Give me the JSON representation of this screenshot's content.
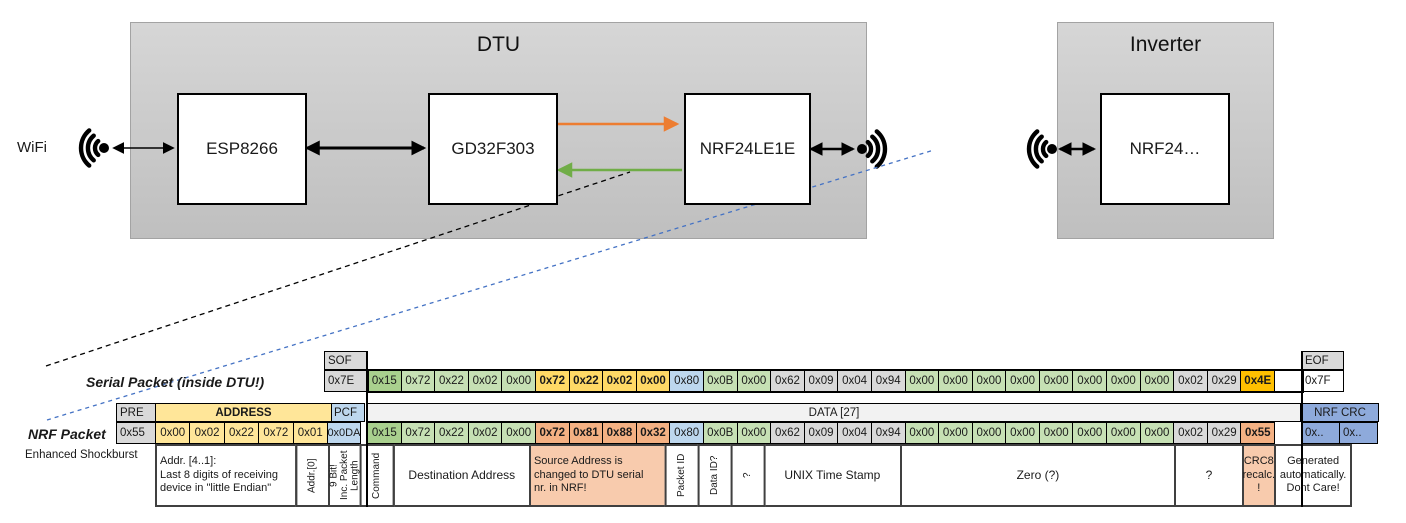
{
  "diagram": {
    "wifi_label": "WiFi",
    "dtu": {
      "title": "DTU",
      "components": [
        "ESP8266",
        "GD32F303",
        "NRF24LE1E"
      ]
    },
    "inverter": {
      "title": "Inverter",
      "components": [
        "NRF24…"
      ]
    }
  },
  "colors": {
    "uart_tx_arrow": "#ED7D31",
    "uart_rx_arrow": "#70AD47",
    "radio_link_dashed": "#4472C4",
    "serial_link_dashed": "#000000"
  },
  "serial_packet": {
    "label": "Serial Packet (inside DTU!)",
    "sof_header": "SOF",
    "sof_value": "0x7E",
    "eof_header": "EOF",
    "eof_value": "0x7F",
    "bytes": [
      {
        "v": "0x15",
        "c": "gd"
      },
      {
        "v": "0x72",
        "c": "gl"
      },
      {
        "v": "0x22",
        "c": "gl"
      },
      {
        "v": "0x02",
        "c": "gl"
      },
      {
        "v": "0x00",
        "c": "gl"
      },
      {
        "v": "0x72",
        "c": "yb"
      },
      {
        "v": "0x22",
        "c": "yb"
      },
      {
        "v": "0x02",
        "c": "yb"
      },
      {
        "v": "0x00",
        "c": "yb"
      },
      {
        "v": "0x80",
        "c": "bl"
      },
      {
        "v": "0x0B",
        "c": "gl"
      },
      {
        "v": "0x00",
        "c": "gl"
      },
      {
        "v": "0x62",
        "c": "gy"
      },
      {
        "v": "0x09",
        "c": "gy"
      },
      {
        "v": "0x04",
        "c": "gy"
      },
      {
        "v": "0x94",
        "c": "gy"
      },
      {
        "v": "0x00",
        "c": "gl"
      },
      {
        "v": "0x00",
        "c": "gl"
      },
      {
        "v": "0x00",
        "c": "gl"
      },
      {
        "v": "0x00",
        "c": "gl"
      },
      {
        "v": "0x00",
        "c": "gl"
      },
      {
        "v": "0x00",
        "c": "gl"
      },
      {
        "v": "0x00",
        "c": "gl"
      },
      {
        "v": "0x00",
        "c": "gl"
      },
      {
        "v": "0x02",
        "c": "gy"
      },
      {
        "v": "0x29",
        "c": "gy"
      },
      {
        "v": "0x4E",
        "c": "go"
      }
    ]
  },
  "nrf_packet": {
    "label": "NRF Packet",
    "sublabel": "Enhanced Shockburst",
    "pre_header": "PRE",
    "pre_value": "0x55",
    "address_header": "ADDRESS",
    "address_values": [
      "0x00",
      "0x02",
      "0x22",
      "0x72",
      "0x01"
    ],
    "pcf_header": "PCF",
    "pcf_value": "0x0DA",
    "data_header": "DATA [27]",
    "crc_header": "NRF CRC",
    "crc_values": [
      "0x..",
      "0x.."
    ],
    "bytes": [
      {
        "v": "0x15",
        "c": "gd"
      },
      {
        "v": "0x72",
        "c": "gl"
      },
      {
        "v": "0x22",
        "c": "gl"
      },
      {
        "v": "0x02",
        "c": "gl"
      },
      {
        "v": "0x00",
        "c": "gl"
      },
      {
        "v": "0x72",
        "c": "or"
      },
      {
        "v": "0x81",
        "c": "or"
      },
      {
        "v": "0x88",
        "c": "or"
      },
      {
        "v": "0x32",
        "c": "or"
      },
      {
        "v": "0x80",
        "c": "bl"
      },
      {
        "v": "0x0B",
        "c": "gl"
      },
      {
        "v": "0x00",
        "c": "gl"
      },
      {
        "v": "0x62",
        "c": "gy"
      },
      {
        "v": "0x09",
        "c": "gy"
      },
      {
        "v": "0x04",
        "c": "gy"
      },
      {
        "v": "0x94",
        "c": "gy"
      },
      {
        "v": "0x00",
        "c": "gl"
      },
      {
        "v": "0x00",
        "c": "gl"
      },
      {
        "v": "0x00",
        "c": "gl"
      },
      {
        "v": "0x00",
        "c": "gl"
      },
      {
        "v": "0x00",
        "c": "gl"
      },
      {
        "v": "0x00",
        "c": "gl"
      },
      {
        "v": "0x00",
        "c": "gl"
      },
      {
        "v": "0x00",
        "c": "gl"
      },
      {
        "v": "0x02",
        "c": "gy"
      },
      {
        "v": "0x29",
        "c": "gy"
      },
      {
        "v": "0x55",
        "c": "pd"
      }
    ]
  },
  "annotations": {
    "addr_1_4": "Addr. [4..1]:\nLast 8 digits of receiving\ndevice in \"little Endian\"",
    "addr_0": "Addr.[0]",
    "pcf": "9 Bit!\nInc. Packet\nLength",
    "command": "Command",
    "destination": "Destination Address",
    "source": "Source Address is\nchanged to DTU serial\nnr. in NRF!",
    "packet_id": "Packet ID",
    "data_id": "Data ID?",
    "unknown1": "?",
    "unix": "UNIX Time Stamp",
    "zero": "Zero (?)",
    "unknown2": "?",
    "crc8": "CRC8\nrecalc.\n!",
    "generated": "Generated\nautomatically.\nDont Care!"
  }
}
